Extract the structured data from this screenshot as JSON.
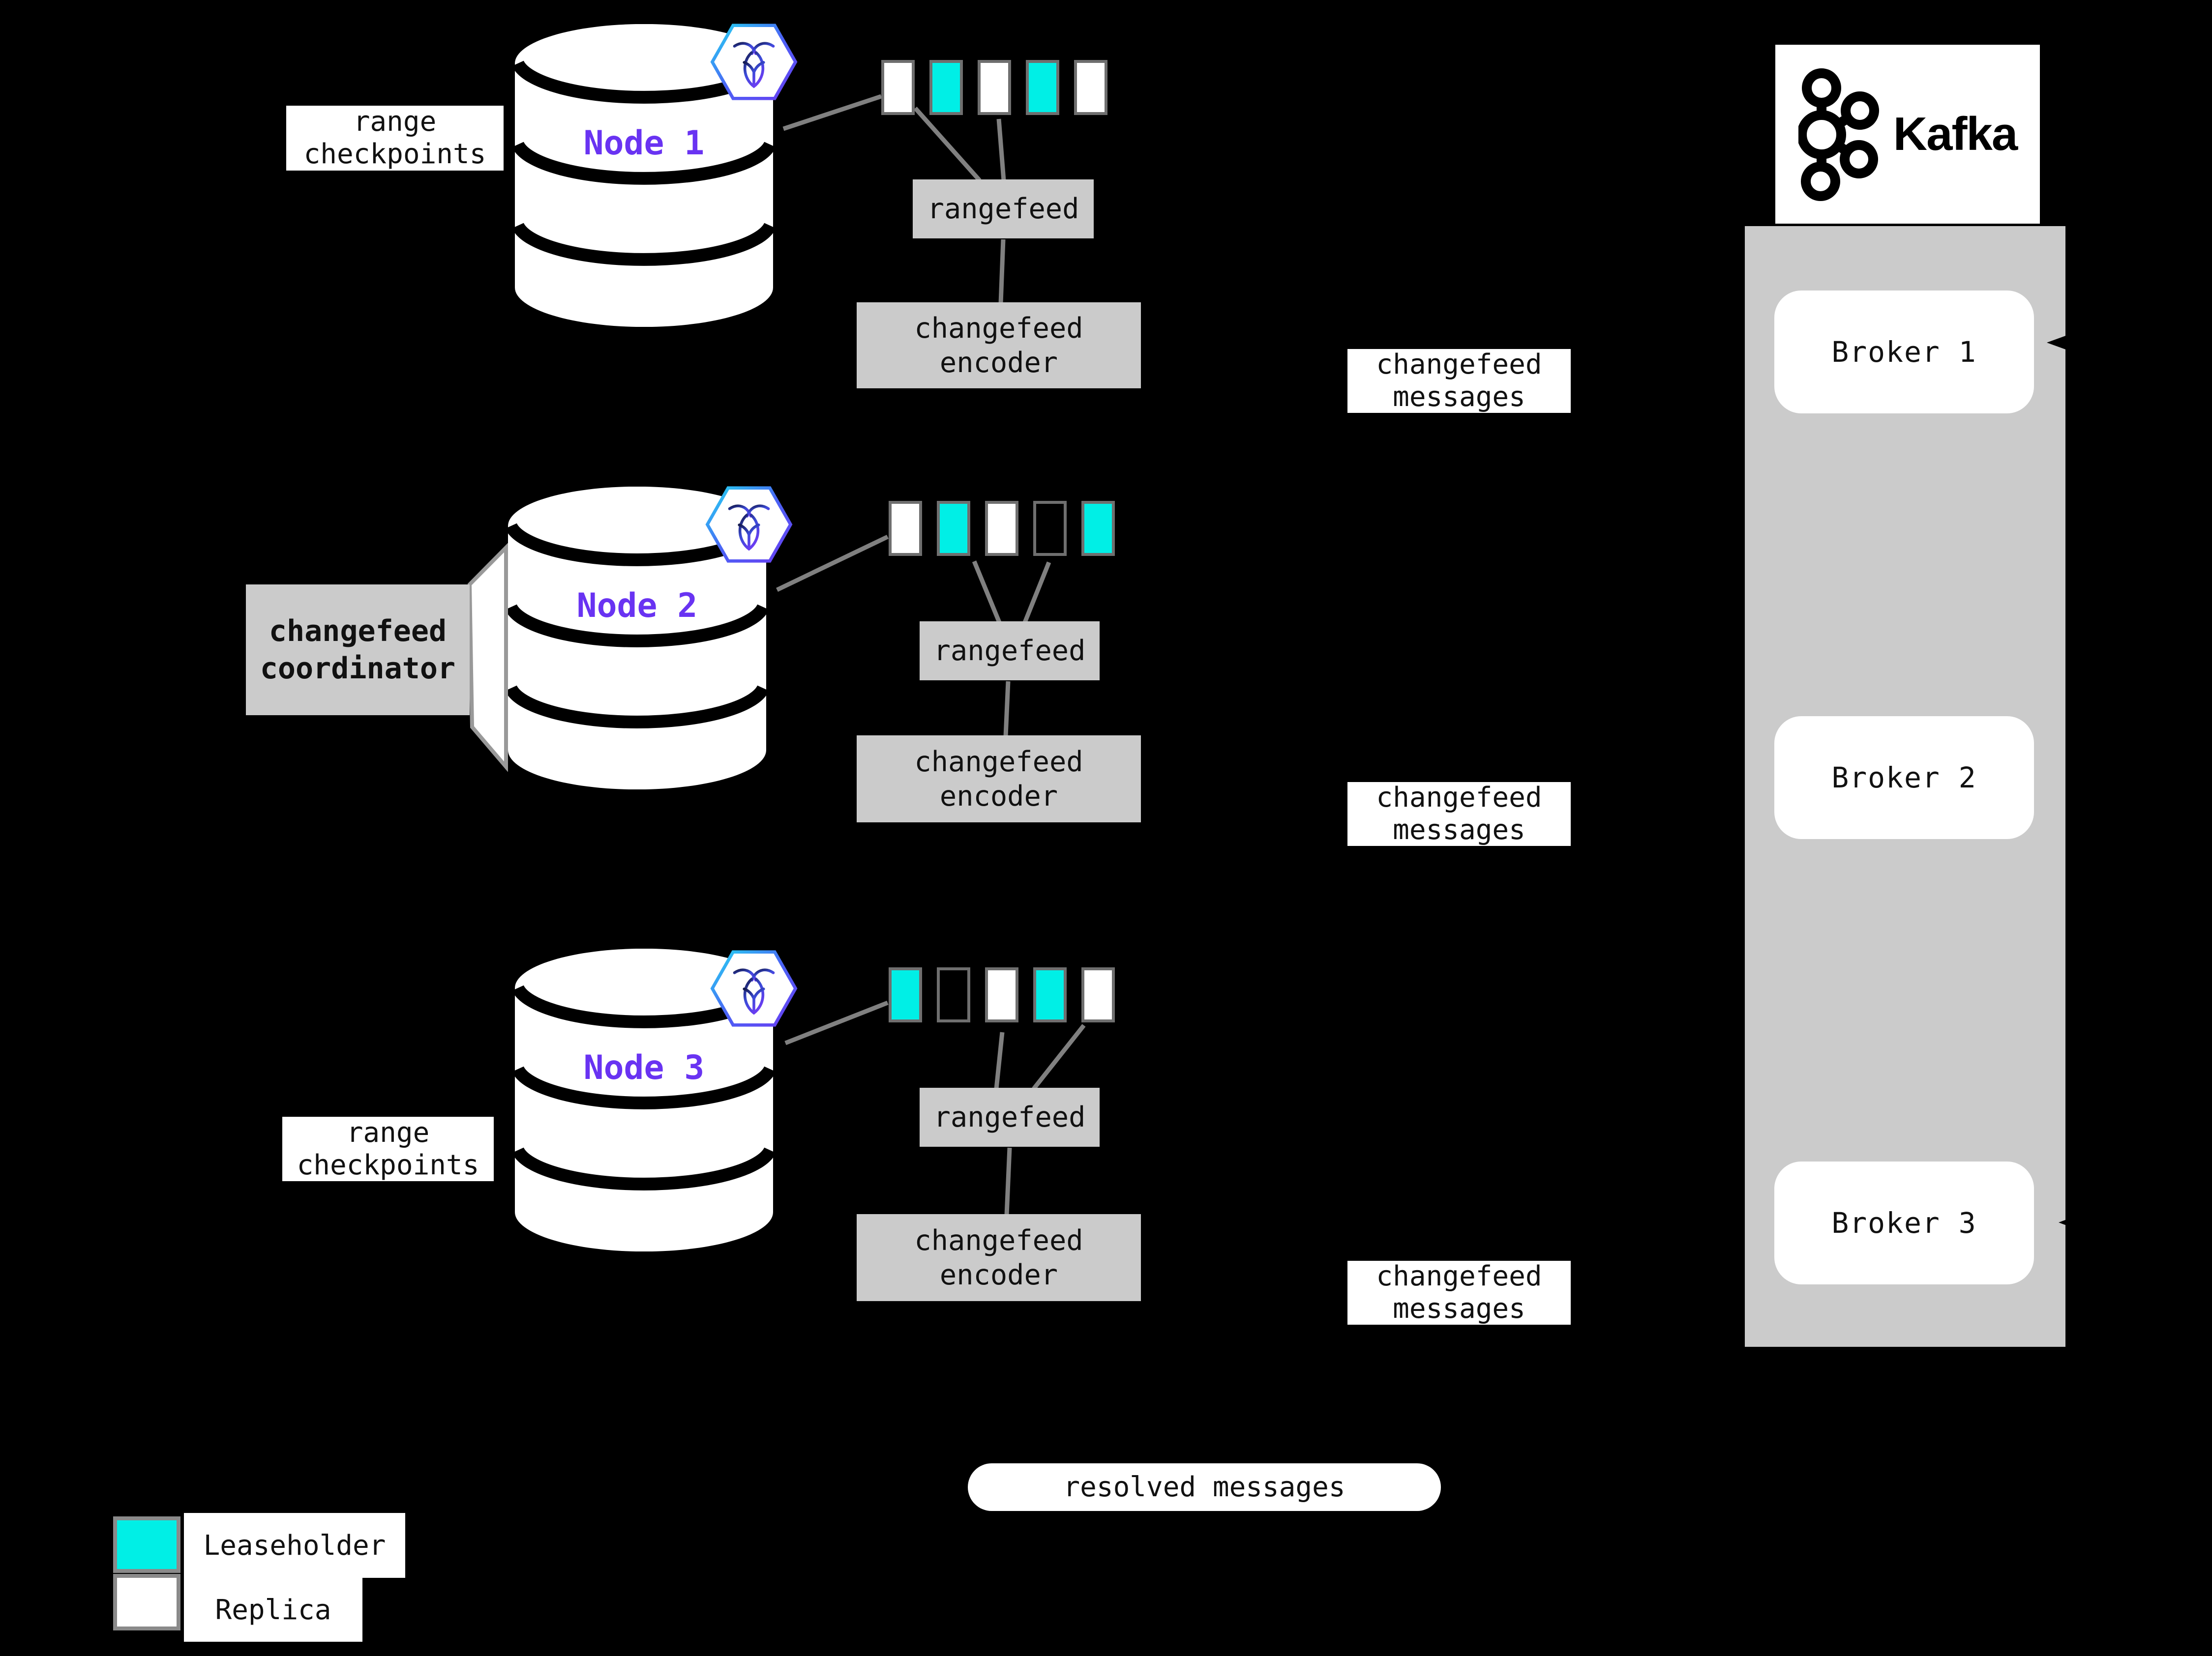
{
  "colors": {
    "background": "#000000",
    "leaseholder_cyan": "#00efe6",
    "replica_white": "#ffffff",
    "node_purple": "#6933f2",
    "box_gray": "#cbcbcb",
    "connector_gray": "#808080",
    "rect_border_gray": "#6f6f6f"
  },
  "nodes": [
    {
      "label": "Node 1",
      "ranges": [
        "replica",
        "leaseholder",
        "replica",
        "leaseholder",
        "replica"
      ],
      "rangefeed": "rangefeed",
      "encoder_lines": [
        "changefeed",
        "encoder"
      ],
      "message_lines": [
        "changefeed",
        "messages"
      ]
    },
    {
      "label": "Node 2",
      "ranges": [
        "replica",
        "leaseholder",
        "replica",
        "empty",
        "leaseholder"
      ],
      "rangefeed": "rangefeed",
      "encoder_lines": [
        "changefeed",
        "encoder"
      ],
      "message_lines": [
        "changefeed",
        "messages"
      ]
    },
    {
      "label": "Node 3",
      "ranges": [
        "leaseholder",
        "empty",
        "replica",
        "leaseholder",
        "replica"
      ],
      "rangefeed": "rangefeed",
      "encoder_lines": [
        "changefeed",
        "encoder"
      ],
      "message_lines": [
        "changefeed",
        "messages"
      ]
    }
  ],
  "annotations": {
    "range_checkpoints_lines": [
      "range",
      "checkpoints"
    ],
    "coordinator_lines": [
      "changefeed",
      "coordinator"
    ],
    "resolved": "resolved messages"
  },
  "kafka": {
    "name": "Kafka",
    "brokers": [
      "Broker 1",
      "Broker 2",
      "Broker 3"
    ]
  },
  "legend": {
    "items": [
      {
        "type": "leaseholder",
        "label": "Leaseholder"
      },
      {
        "type": "replica",
        "label": "Replica"
      }
    ]
  }
}
